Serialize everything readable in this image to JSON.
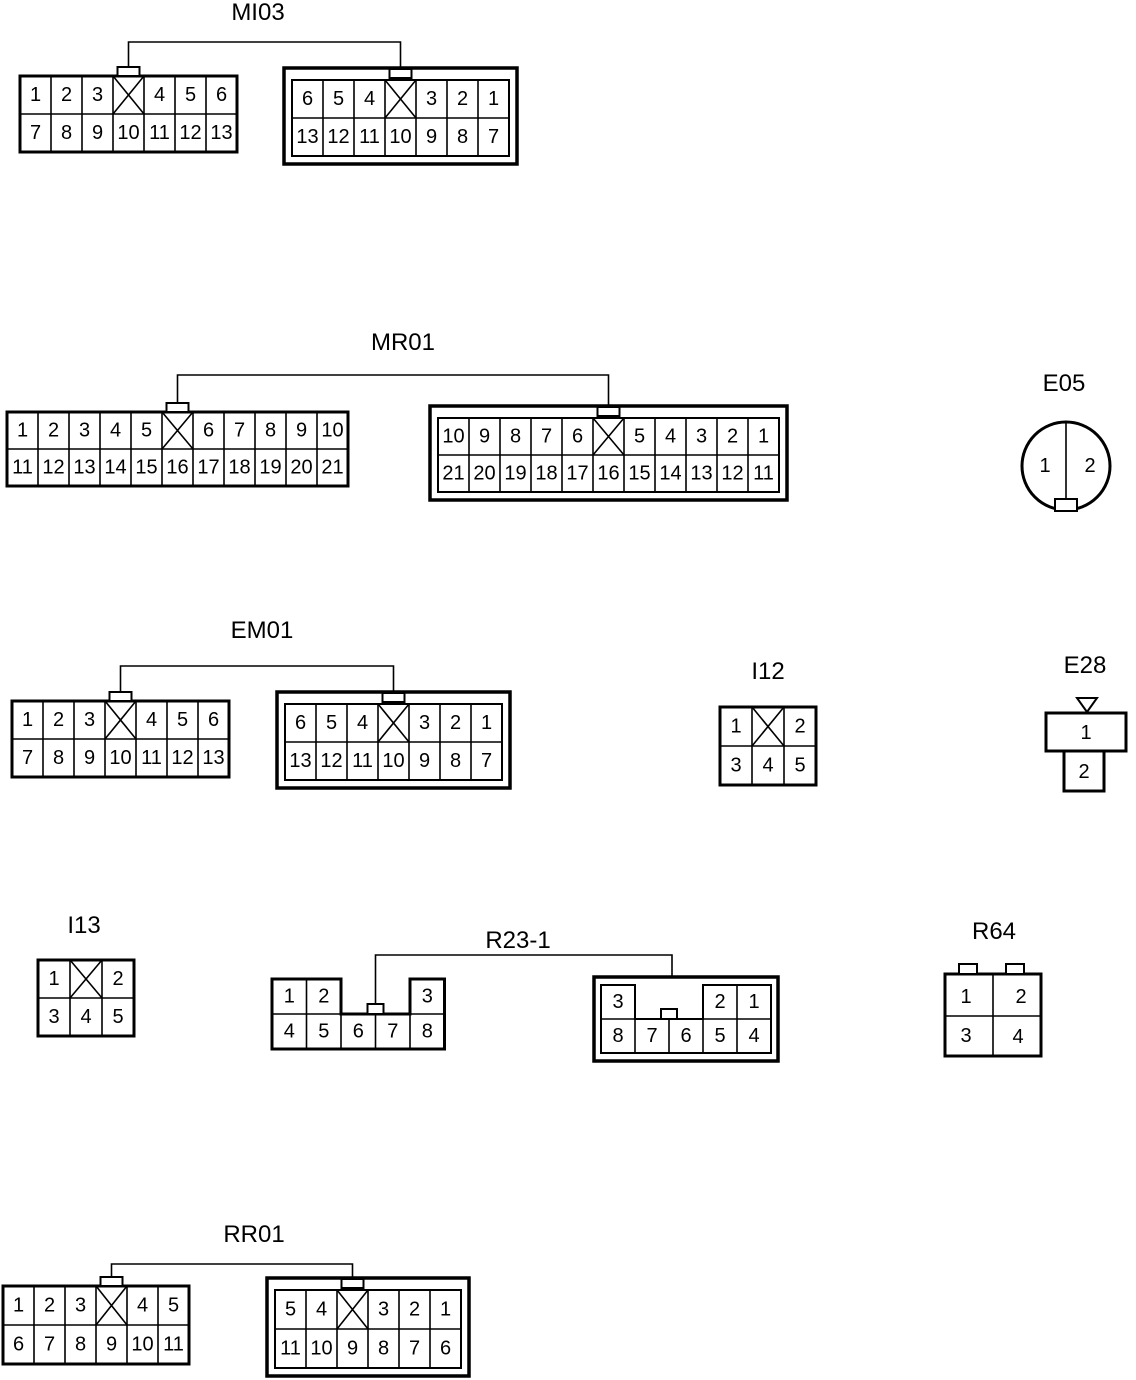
{
  "connectors": {
    "mi03": {
      "label": "MI03",
      "male": {
        "top": [
          "1",
          "2",
          "3",
          "",
          "4",
          "5",
          "6"
        ],
        "bottom": [
          "7",
          "8",
          "9",
          "10",
          "11",
          "12",
          "13"
        ]
      },
      "female": {
        "top": [
          "6",
          "5",
          "4",
          "",
          "3",
          "2",
          "1"
        ],
        "bottom": [
          "13",
          "12",
          "11",
          "10",
          "9",
          "8",
          "7"
        ]
      }
    },
    "mr01": {
      "label": "MR01",
      "male": {
        "top": [
          "1",
          "2",
          "3",
          "4",
          "5",
          "",
          "6",
          "7",
          "8",
          "9",
          "10"
        ],
        "bottom": [
          "11",
          "12",
          "13",
          "14",
          "15",
          "16",
          "17",
          "18",
          "19",
          "20",
          "21"
        ]
      },
      "female": {
        "top": [
          "10",
          "9",
          "8",
          "7",
          "6",
          "",
          "5",
          "4",
          "3",
          "2",
          "1"
        ],
        "bottom": [
          "21",
          "20",
          "19",
          "18",
          "17",
          "16",
          "15",
          "14",
          "13",
          "12",
          "11"
        ]
      }
    },
    "e05": {
      "label": "E05",
      "pins": [
        "1",
        "2"
      ]
    },
    "em01": {
      "label": "EM01",
      "male": {
        "top": [
          "1",
          "2",
          "3",
          "",
          "4",
          "5",
          "6"
        ],
        "bottom": [
          "7",
          "8",
          "9",
          "10",
          "11",
          "12",
          "13"
        ]
      },
      "female": {
        "top": [
          "6",
          "5",
          "4",
          "",
          "3",
          "2",
          "1"
        ],
        "bottom": [
          "13",
          "12",
          "11",
          "10",
          "9",
          "8",
          "7"
        ]
      }
    },
    "i12": {
      "label": "I12",
      "top": [
        "1",
        "",
        "2"
      ],
      "bottom": [
        "3",
        "4",
        "5"
      ]
    },
    "e28": {
      "label": "E28",
      "pins": [
        "1",
        "2"
      ]
    },
    "i13": {
      "label": "I13",
      "top": [
        "1",
        "",
        "2"
      ],
      "bottom": [
        "3",
        "4",
        "5"
      ]
    },
    "r23_1": {
      "label": "R23-1",
      "male": {
        "top_left": [
          "1",
          "2"
        ],
        "top_right": [
          "3"
        ],
        "bottom": [
          "4",
          "5",
          "6",
          "7",
          "8"
        ]
      },
      "female": {
        "top_left": [
          "3"
        ],
        "top_right": [
          "2",
          "1"
        ],
        "bottom": [
          "8",
          "7",
          "6",
          "5",
          "4"
        ]
      }
    },
    "r64": {
      "label": "R64",
      "top": [
        "1",
        "2"
      ],
      "bottom": [
        "3",
        "4"
      ]
    },
    "rr01": {
      "label": "RR01",
      "male": {
        "top": [
          "1",
          "2",
          "3",
          "",
          "4",
          "5"
        ],
        "bottom": [
          "6",
          "7",
          "8",
          "9",
          "10",
          "11"
        ]
      },
      "female": {
        "top": [
          "5",
          "4",
          "",
          "3",
          "2",
          "1"
        ],
        "bottom": [
          "11",
          "10",
          "9",
          "8",
          "7",
          "6"
        ]
      }
    }
  }
}
